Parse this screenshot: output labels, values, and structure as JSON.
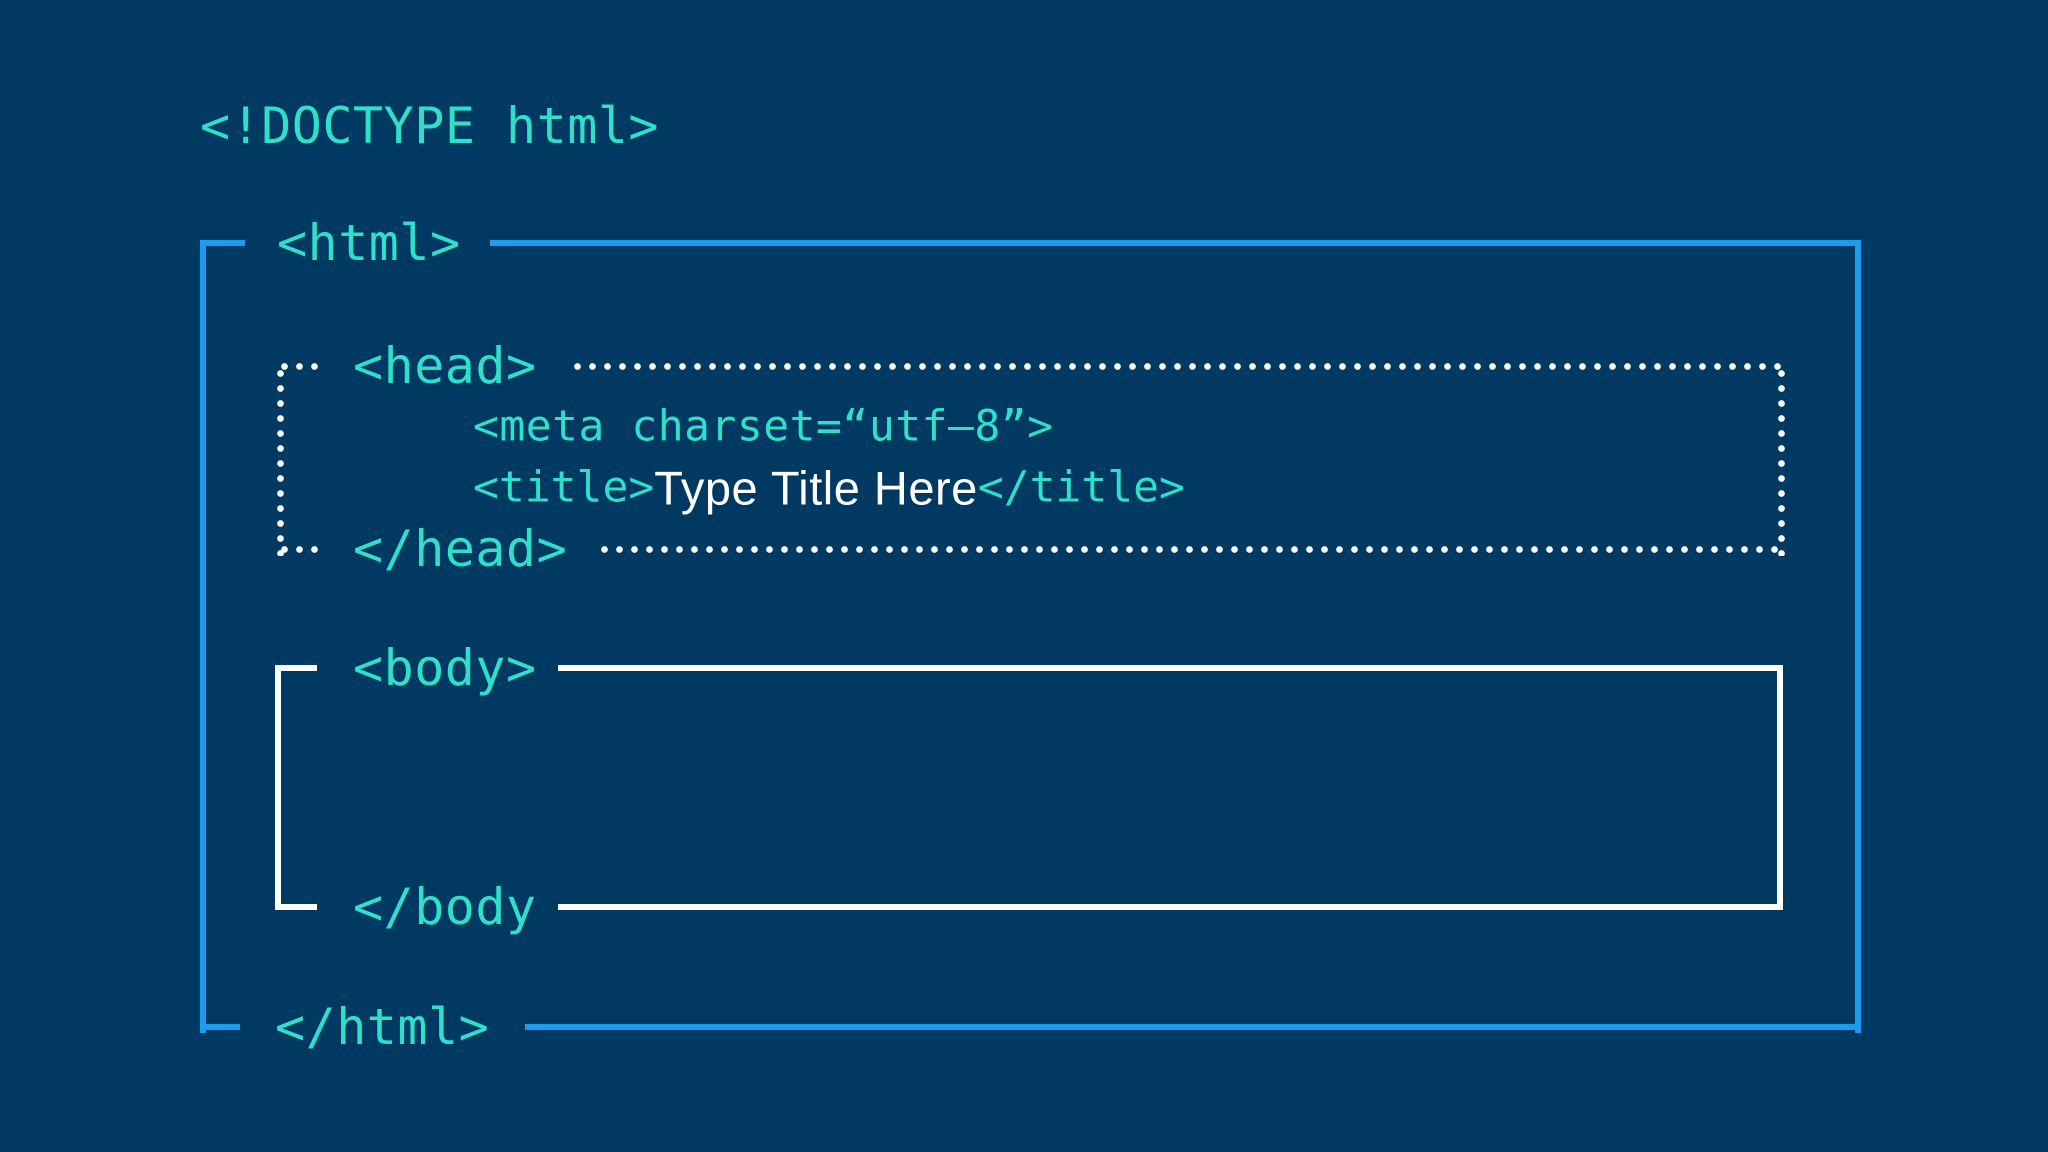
{
  "diagram": {
    "doctype": "<!DOCTYPE html>",
    "html": {
      "open": "<html>",
      "close": "</html>"
    },
    "head": {
      "open": "<head>",
      "close": "</head>"
    },
    "meta": "<meta charset=“utf–8”>",
    "title": {
      "open": "<title>",
      "text": "Type Title Here",
      "close": "</title>"
    },
    "body": {
      "open": "<body>",
      "close": "</body"
    }
  },
  "colors": {
    "background": "#003A63",
    "code_text": "#2EE0C9",
    "html_frame": "#1D9BF0",
    "head_frame_dots": "#FFFFFF",
    "body_frame": "#FFFFFF",
    "title_text": "#FFFFFF"
  }
}
